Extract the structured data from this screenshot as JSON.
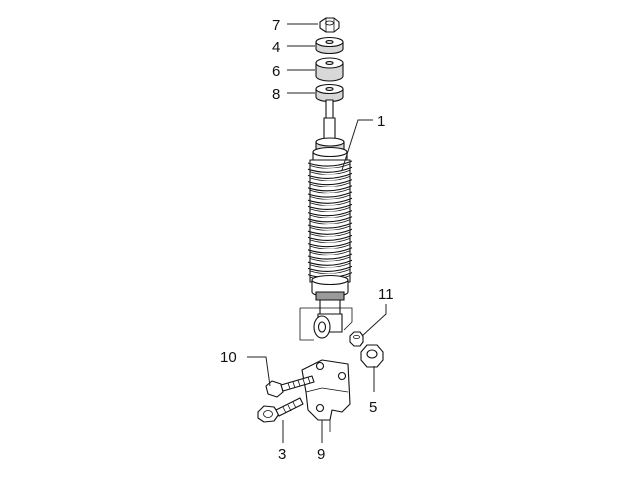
{
  "callouts": {
    "p1": "1",
    "p3": "3",
    "p4": "4",
    "p5": "5",
    "p6": "6",
    "p7": "7",
    "p8": "8",
    "p9": "9",
    "p10": "10",
    "p11": "11"
  }
}
